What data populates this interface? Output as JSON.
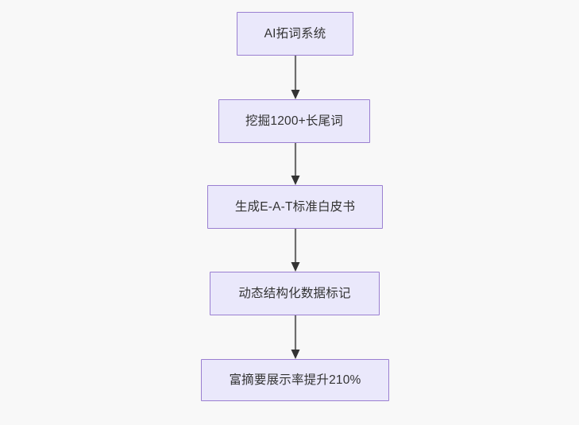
{
  "diagram": {
    "type": "flowchart",
    "orientation": "top-to-bottom",
    "background_color": "#f8f8f8",
    "node_fill_color": "#eae8fb",
    "node_border_color": "#9a7fd1",
    "node_text_color": "#333333",
    "edge_color": "#6e6e6e",
    "arrowhead_color": "#333333",
    "nodes": [
      {
        "id": "n1",
        "label": "AI拓词系统"
      },
      {
        "id": "n2",
        "label": "挖掘1200+长尾词"
      },
      {
        "id": "n3",
        "label": "生成E-A-T标准白皮书"
      },
      {
        "id": "n4",
        "label": "动态结构化数据标记"
      },
      {
        "id": "n5",
        "label": "富摘要展示率提升210%"
      }
    ],
    "edges": [
      {
        "from": "n1",
        "to": "n2",
        "label": ""
      },
      {
        "from": "n2",
        "to": "n3",
        "label": ""
      },
      {
        "from": "n3",
        "to": "n4",
        "label": ""
      },
      {
        "from": "n4",
        "to": "n5",
        "label": ""
      }
    ]
  }
}
